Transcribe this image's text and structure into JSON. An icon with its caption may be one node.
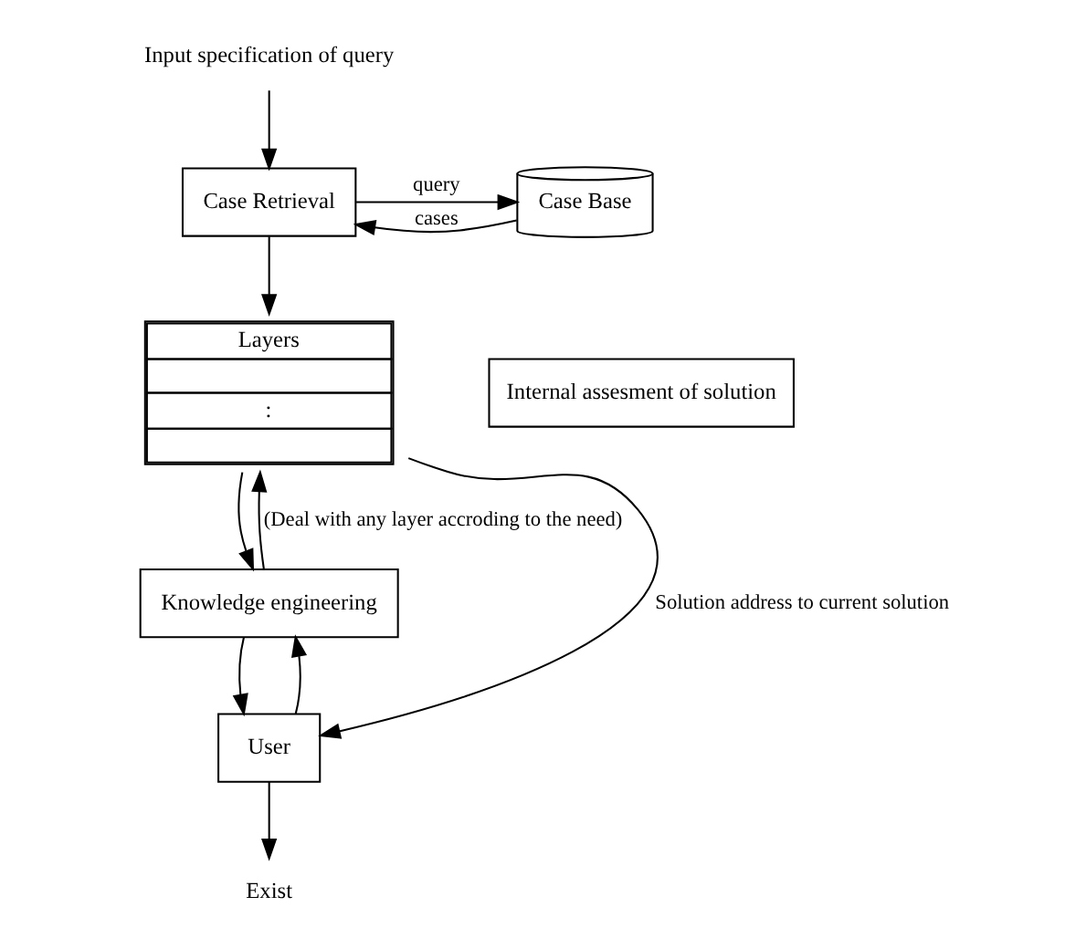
{
  "diagram": {
    "nodes": [
      {
        "text": [
          "Input specification of query"
        ]
      },
      {
        "text": [
          "Case Retrieval"
        ]
      },
      {
        "text": [
          "Case Base"
        ]
      },
      {
        "text": [
          "Layers",
          ":"
        ]
      },
      {
        "text": [
          "Internal assesment of solution"
        ]
      },
      {
        "text": [
          "Knowledge engineering"
        ]
      },
      {
        "text": [
          "User"
        ]
      },
      {
        "text": [
          "Exist"
        ]
      }
    ],
    "edges": [
      {
        "from": 0,
        "to": 1,
        "arrow": "to"
      },
      {
        "from": 1,
        "to": 2,
        "arrow": "to",
        "label": "query"
      },
      {
        "from": 2,
        "to": 1,
        "arrow": "to",
        "label": "cases"
      },
      {
        "from": 1,
        "to": 3,
        "arrow": "to"
      },
      {
        "from": 5,
        "to": 3,
        "arrow": "to",
        "label": "(Deal with any layer accroding to the need)"
      },
      {
        "from": 3,
        "to": 5,
        "arrow": "to"
      },
      {
        "from": 5,
        "to": 6,
        "arrow": "to"
      },
      {
        "from": 6,
        "to": 5,
        "arrow": "to"
      },
      {
        "from": 3,
        "to": 6,
        "arrow": "to",
        "label": "Solution address to current solution"
      },
      {
        "from": 6,
        "to": 7,
        "arrow": "to"
      }
    ]
  }
}
